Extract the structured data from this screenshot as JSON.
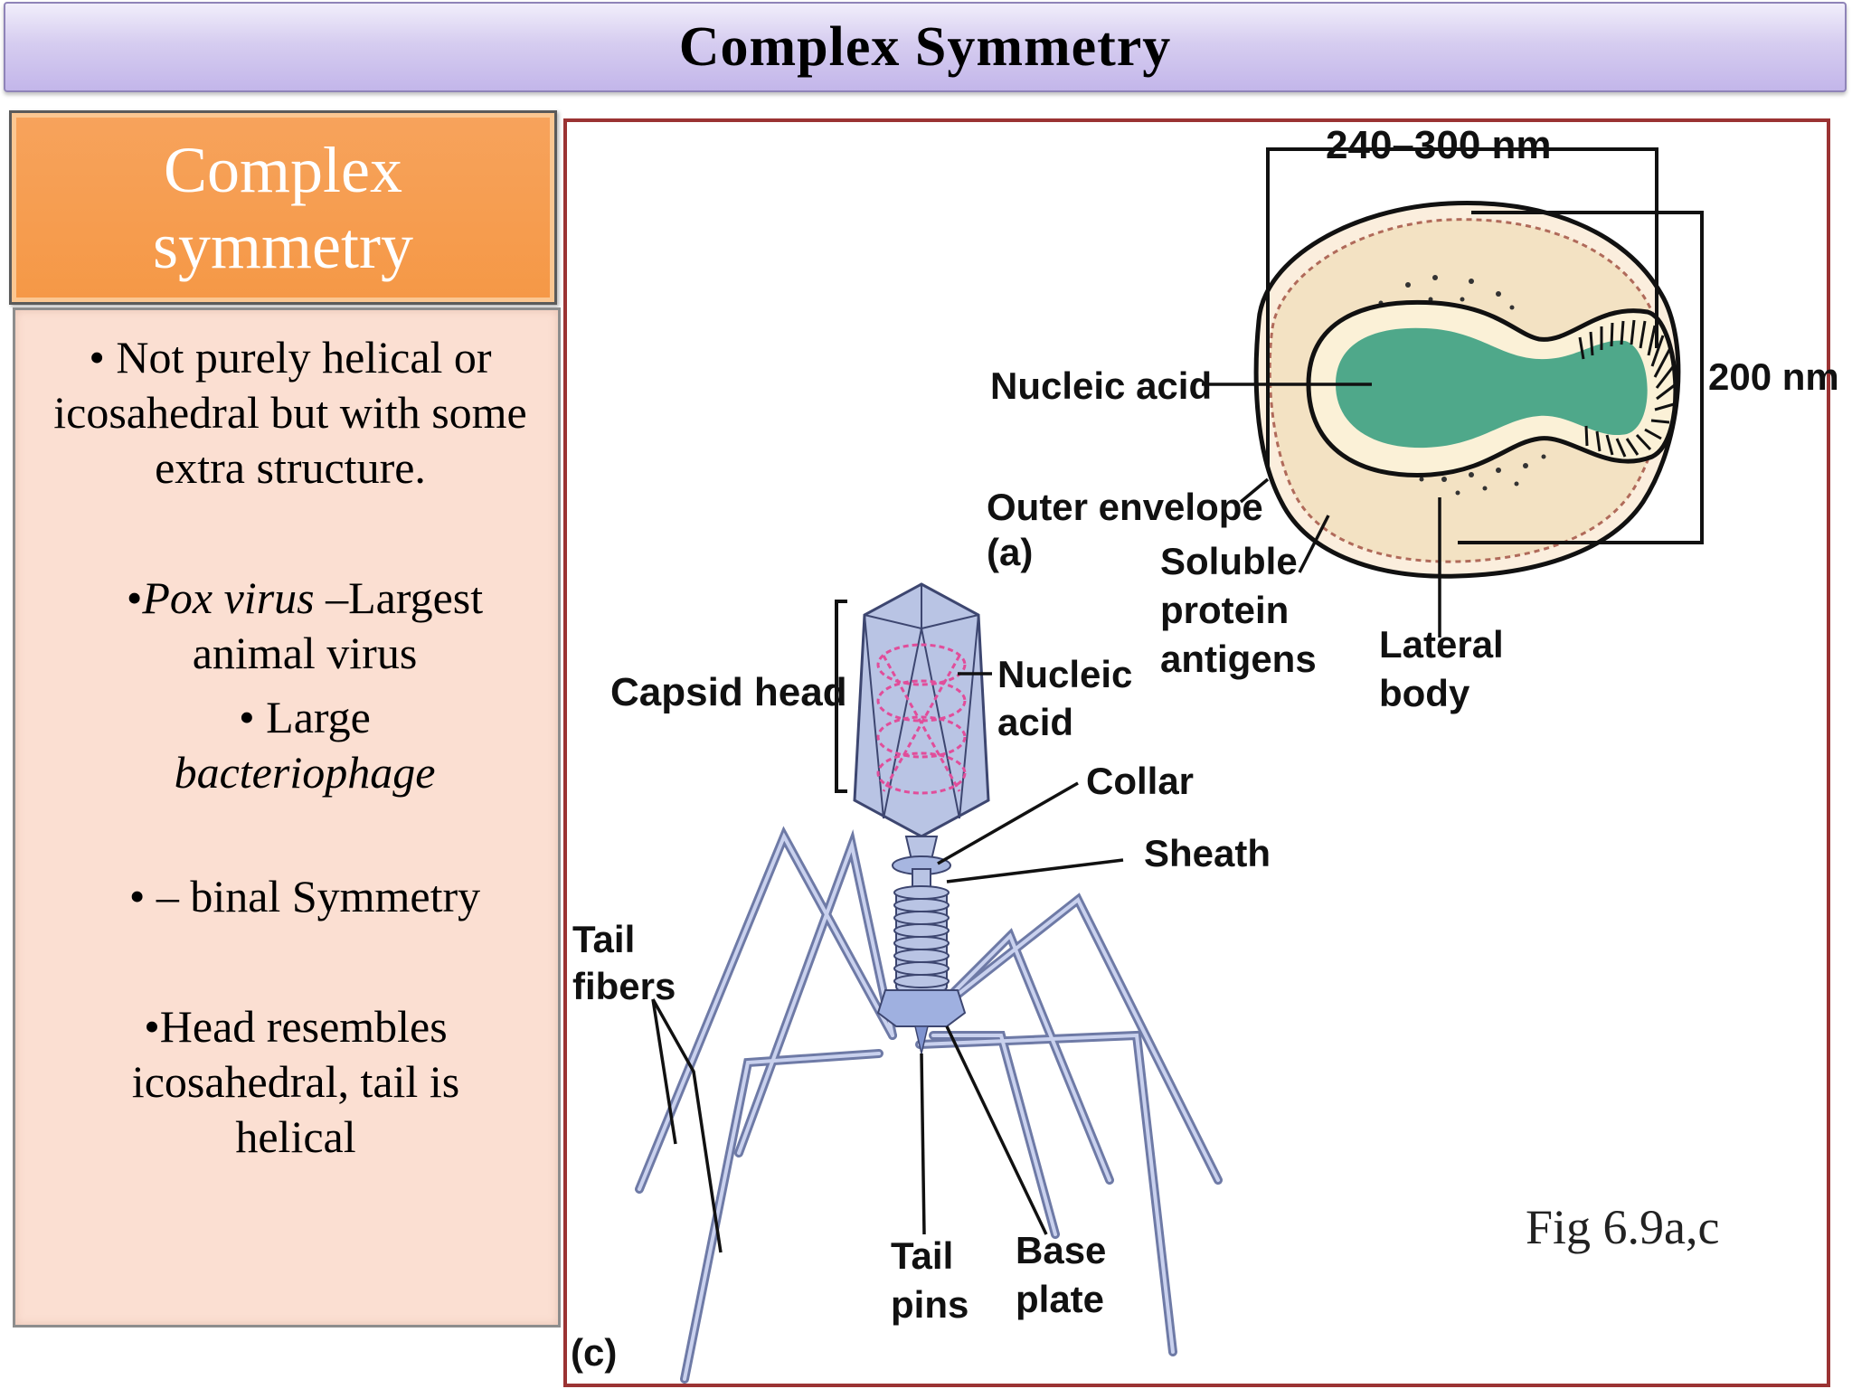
{
  "slide": {
    "title": "Complex Symmetry"
  },
  "sidebar": {
    "header": "Complex symmetry",
    "bullets": [
      "• Not purely helical or icosahedral but with some extra structure.",
      "Pox virus",
      "–Largest animal virus",
      "• Large",
      "bacteriophage",
      "• – binal Symmetry",
      "•Head resembles icosahedral, tail is helical"
    ],
    "bullet_dot": "•"
  },
  "figure": {
    "caption": "Fig 6.9a,c",
    "poxvirus": {
      "panel_label": "(a)",
      "dim_width": "240–300 nm",
      "dim_height": "200 nm",
      "labels": {
        "nucleic_acid": "Nucleic acid",
        "outer_envelope": "Outer envelope",
        "soluble": "Soluble",
        "protein": "protein",
        "antigens": "antigens",
        "lateral": "Lateral",
        "body": "body"
      }
    },
    "phage": {
      "panel_label": "(c)",
      "labels": {
        "capsid_head": "Capsid head",
        "nucleic": "Nucleic",
        "acid": "acid",
        "collar": "Collar",
        "sheath": "Sheath",
        "tail": "Tail",
        "fibers": "fibers",
        "tail2": "Tail",
        "pins": "pins",
        "base": "Base",
        "plate": "plate"
      }
    }
  },
  "colors": {
    "title_bar": "#d6cdf0",
    "sidebar_header": "#f59846",
    "sidebar_body": "#fbdfd2",
    "figure_border": "#9b3333",
    "nucleoid": "#4fa88a",
    "phage_body": "#b9c4e4"
  }
}
